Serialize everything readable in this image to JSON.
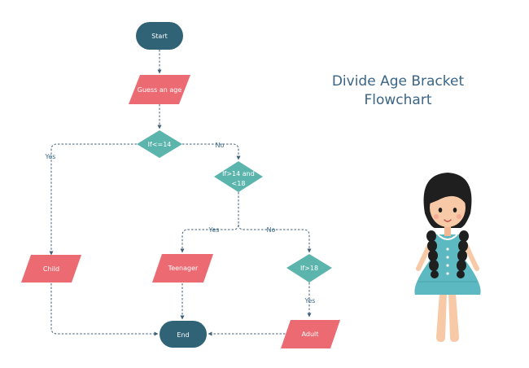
{
  "title": {
    "line1": "Divide Age Bracket",
    "line2": "Flowchart"
  },
  "nodes": {
    "start": "Start",
    "guess": "Guess an age",
    "decision1": "If<=14",
    "decision2_line1": "If>14 and",
    "decision2_line2": "<18",
    "decision3": "If>18",
    "child": "Child",
    "teenager": "Teenager",
    "adult": "Adult",
    "end": "End"
  },
  "edges": {
    "d1_yes": "Yes",
    "d1_no": "No",
    "d2_yes": "Yes",
    "d2_no": "No",
    "d3_yes": "Yes"
  },
  "colors": {
    "terminal": "#2f6375",
    "io": "#ec6b73",
    "decision": "#5cb5ad",
    "edge": "#3f5f7a",
    "title": "#3a6586"
  },
  "illustration": "girl-with-braids-in-teal-dress"
}
